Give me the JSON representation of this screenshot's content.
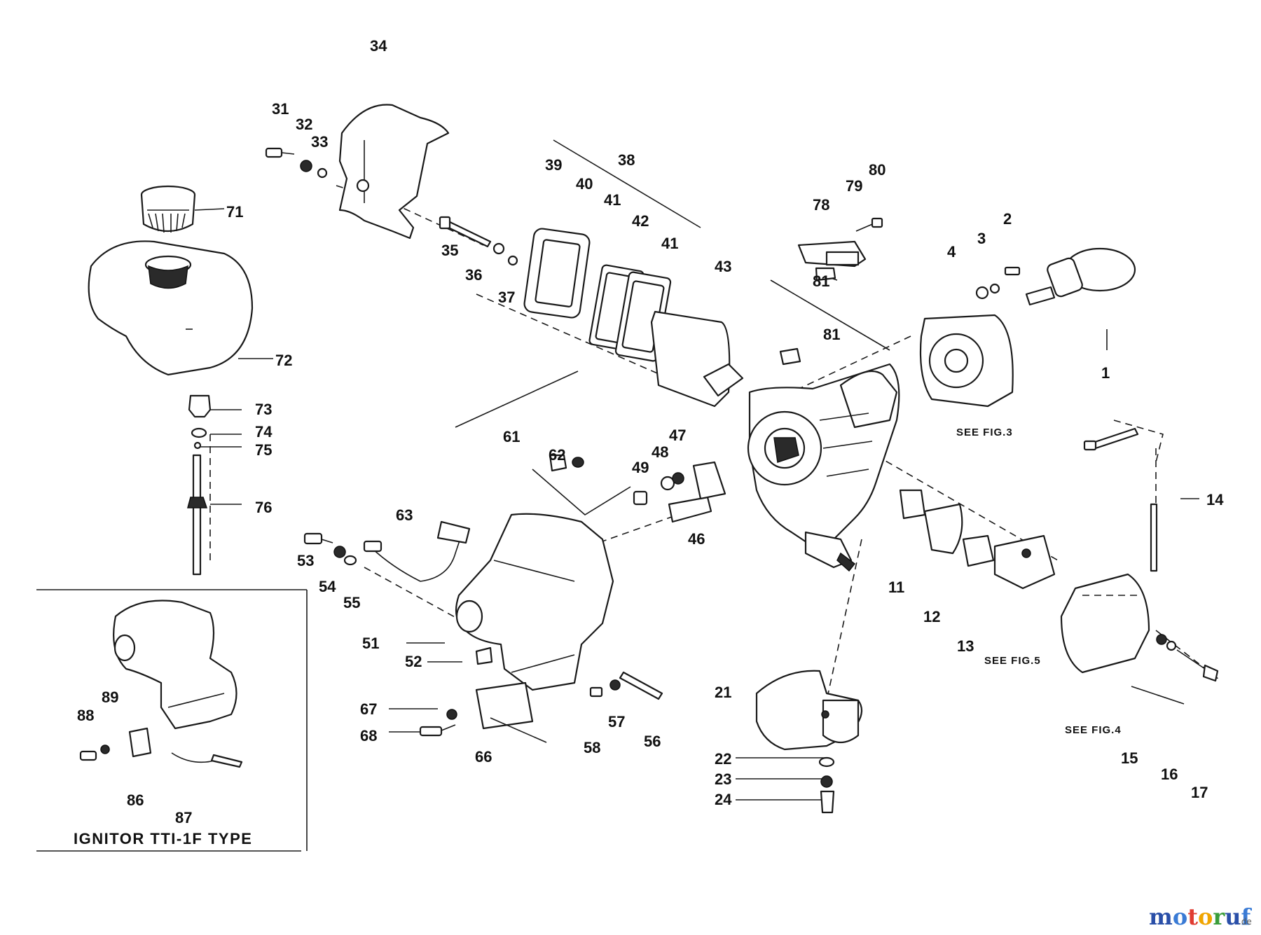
{
  "labels": [
    "34",
    "31",
    "32",
    "33",
    "39",
    "38",
    "40",
    "41",
    "42",
    "41",
    "43",
    "35",
    "36",
    "37",
    "71",
    "72",
    "73",
    "74",
    "75",
    "76",
    "78",
    "79",
    "80",
    "81",
    "81",
    "2",
    "3",
    "4",
    "1",
    "14",
    "11",
    "12",
    "13",
    "15",
    "16",
    "17",
    "21",
    "22",
    "23",
    "24",
    "61",
    "62",
    "47",
    "48",
    "49",
    "46",
    "63",
    "53",
    "54",
    "55",
    "51",
    "52",
    "67",
    "68",
    "66",
    "58",
    "57",
    "56",
    "89",
    "88",
    "86",
    "87"
  ],
  "notes": {
    "see_fig_3": "SEE FIG.3",
    "see_fig_4": "SEE FIG.4",
    "see_fig_5": "SEE FIG.5"
  },
  "inset": {
    "caption": "IGNITOR TTI-1F TYPE"
  },
  "watermark": {
    "text": "motoruf",
    "suffix": ".de",
    "letter_colors": [
      "#2a4fa8",
      "#3a7bd5",
      "#e03c31",
      "#f0a500",
      "#3a9d3a",
      "#2a4fa8",
      "#3a7bd5"
    ]
  }
}
